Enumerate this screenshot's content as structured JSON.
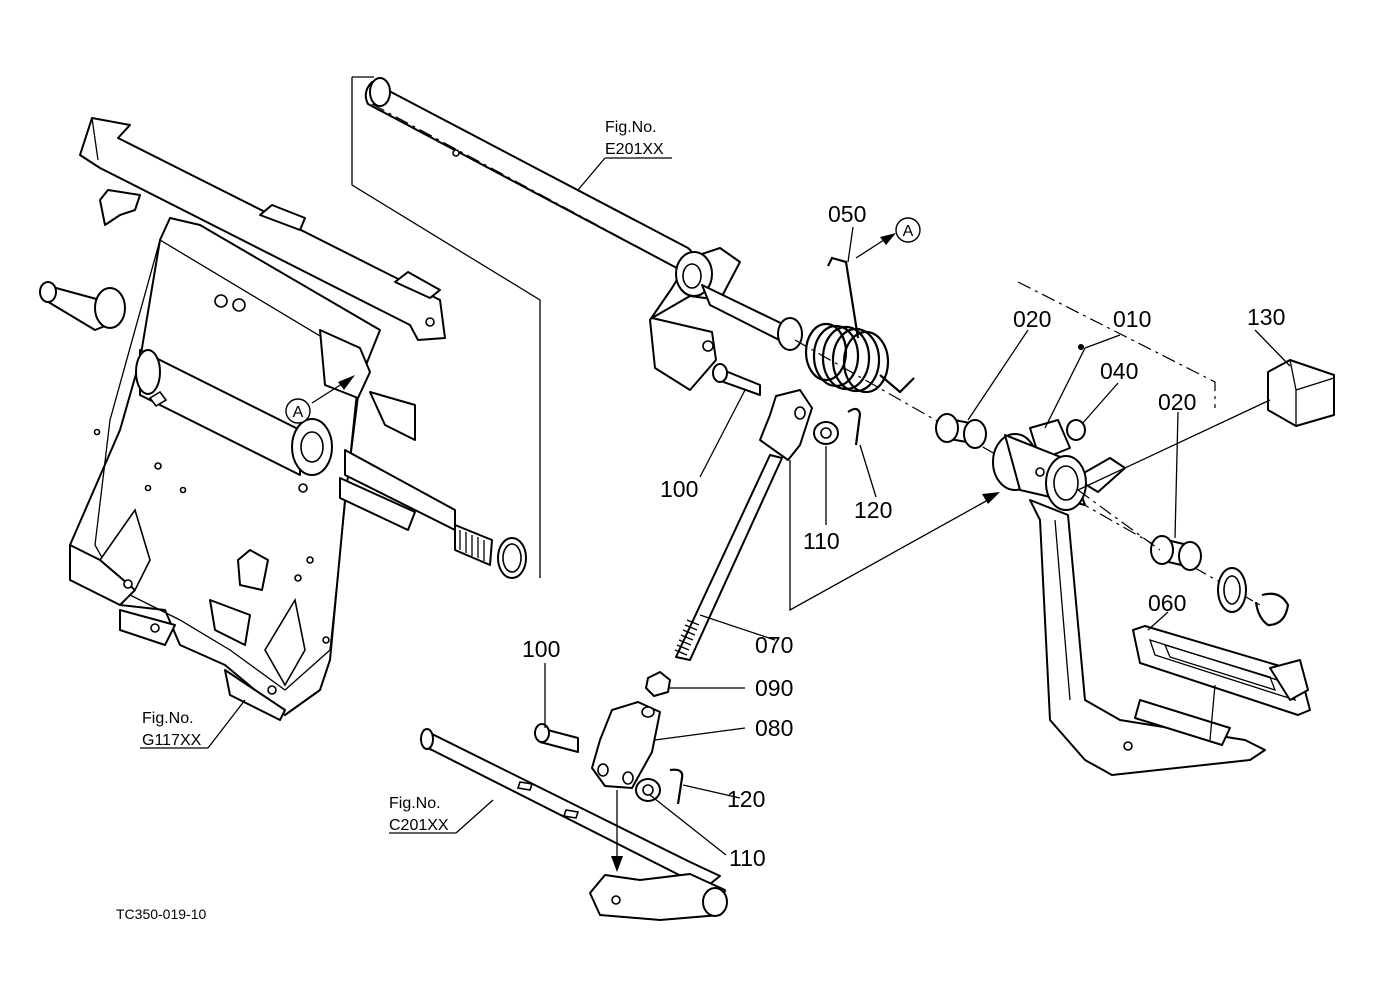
{
  "figure_code": "TC350-019-10",
  "callout_letter": "A",
  "references": {
    "e201": {
      "line1": "Fig.No.",
      "line2": "E201XX"
    },
    "g117": {
      "line1": "Fig.No.",
      "line2": "G117XX"
    },
    "c201": {
      "line1": "Fig.No.",
      "line2": "C201XX"
    }
  },
  "part_labels": [
    {
      "id": "p050",
      "text": "050"
    },
    {
      "id": "p020a",
      "text": "020"
    },
    {
      "id": "p010",
      "text": "010"
    },
    {
      "id": "p130",
      "text": "130"
    },
    {
      "id": "p040",
      "text": "040"
    },
    {
      "id": "p020b",
      "text": "020"
    },
    {
      "id": "p100a",
      "text": "100"
    },
    {
      "id": "p110a",
      "text": "110"
    },
    {
      "id": "p120a",
      "text": "120"
    },
    {
      "id": "p060",
      "text": "060"
    },
    {
      "id": "p070",
      "text": "070"
    },
    {
      "id": "p100b",
      "text": "100"
    },
    {
      "id": "p090",
      "text": "090"
    },
    {
      "id": "p080",
      "text": "080"
    },
    {
      "id": "p120b",
      "text": "120"
    },
    {
      "id": "p110b",
      "text": "110"
    }
  ]
}
